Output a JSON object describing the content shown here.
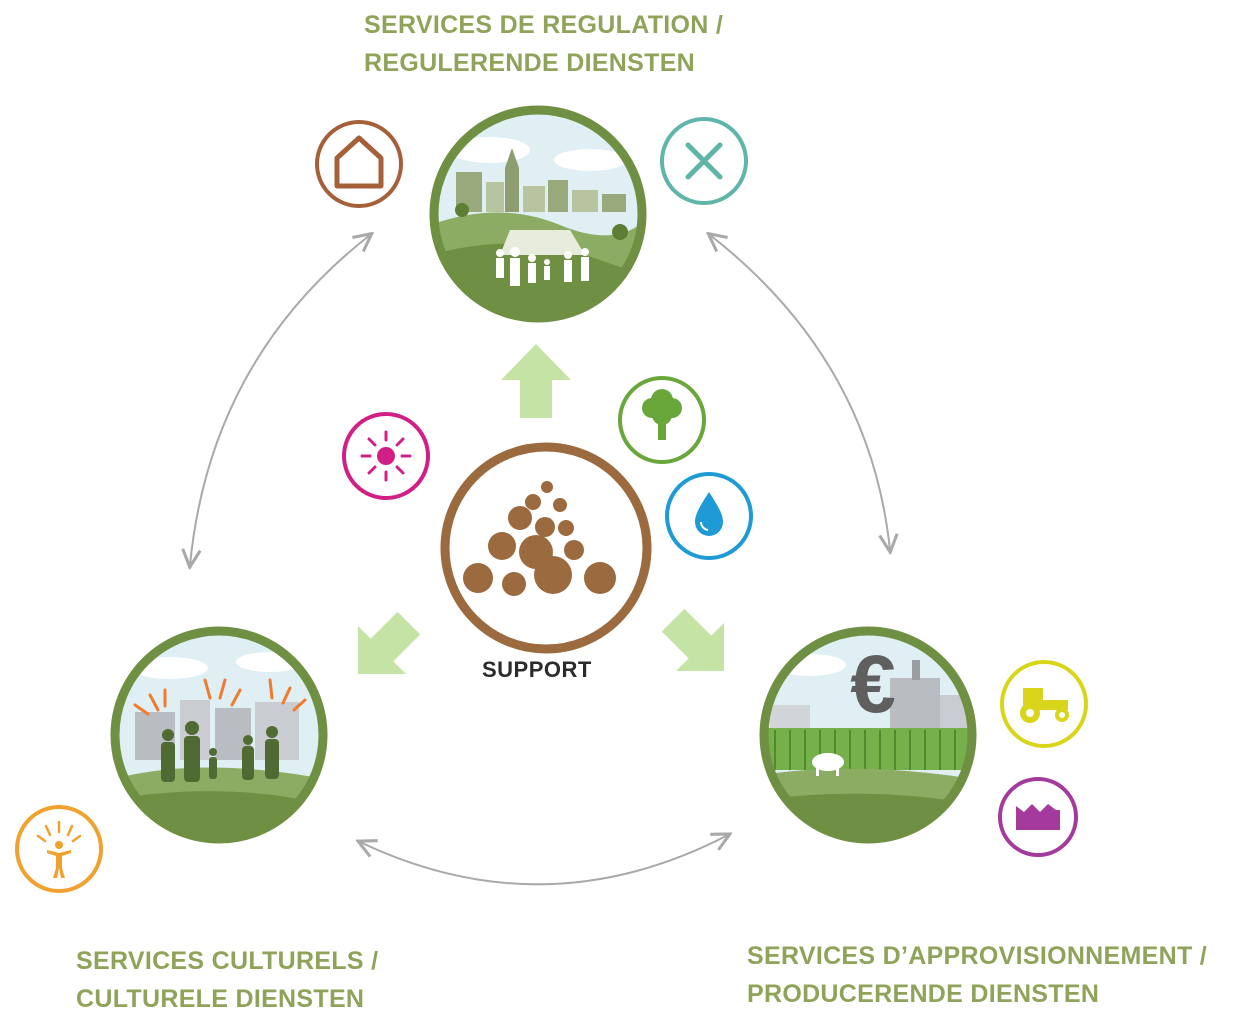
{
  "labels": {
    "regulation": {
      "line1": "SERVICES DE REGULATION /",
      "line2": "REGULERENDE DIENSTEN"
    },
    "cultural": {
      "line1": "SERVICES CULTURELS /",
      "line2": "CULTURELE DIENSTEN"
    },
    "provisioning": {
      "line1": "SERVICES D’APPROVISIONNEMENT /",
      "line2": "PRODUCERENDE DIENSTEN"
    },
    "support": "SUPPORT"
  },
  "icons": {
    "regulation": [
      "house-icon",
      "cross-icon"
    ],
    "support": [
      "sun-icon",
      "tree-icon",
      "water-drop-icon"
    ],
    "cultural": [
      "person-joy-icon"
    ],
    "provisioning": [
      "tractor-icon",
      "factory-icon"
    ]
  },
  "colors": {
    "label_green": "#8fa35a",
    "circle_green": "#6f8f42",
    "arrow_green": "#c6e3a6",
    "soil_brown": "#9b6a3e",
    "house_brown": "#a5603a",
    "cross_teal": "#5fb5a7",
    "sun_magenta": "#d21f86",
    "tree_green": "#6aa73a",
    "drop_blue": "#1e9ad6",
    "tractor_yellow": "#d8d51a",
    "factory_purple": "#a43a9b",
    "person_orange": "#f0a12e",
    "connector_gray": "#a9a9a9"
  }
}
